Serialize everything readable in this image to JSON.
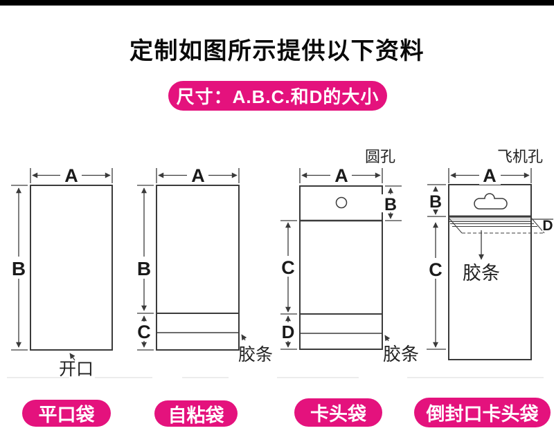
{
  "title": "定制如图所示提供以下资料",
  "size_note": "尺寸：A.B.C.和D的大小",
  "colors": {
    "accent": "#e4127d",
    "line": "#3a3a3a",
    "tape_line": "#b3b3b3"
  },
  "diagrams": [
    {
      "badge": "平口袋",
      "dim_a": "A",
      "dim_b": "B",
      "opening": "开口"
    },
    {
      "badge": "自粘袋",
      "dim_a": "A",
      "dim_b": "B",
      "dim_c": "C",
      "tape": "胶条"
    },
    {
      "badge": "卡头袋",
      "hole": "圆孔",
      "dim_a": "A",
      "dim_b": "B",
      "dim_c": "C",
      "dim_d": "D",
      "tape": "胶条"
    },
    {
      "badge": "倒封口卡头袋",
      "hole": "飞机孔",
      "dim_a": "A",
      "dim_b": "B",
      "dim_c": "C",
      "dim_d": "D",
      "tape": "胶条"
    }
  ]
}
